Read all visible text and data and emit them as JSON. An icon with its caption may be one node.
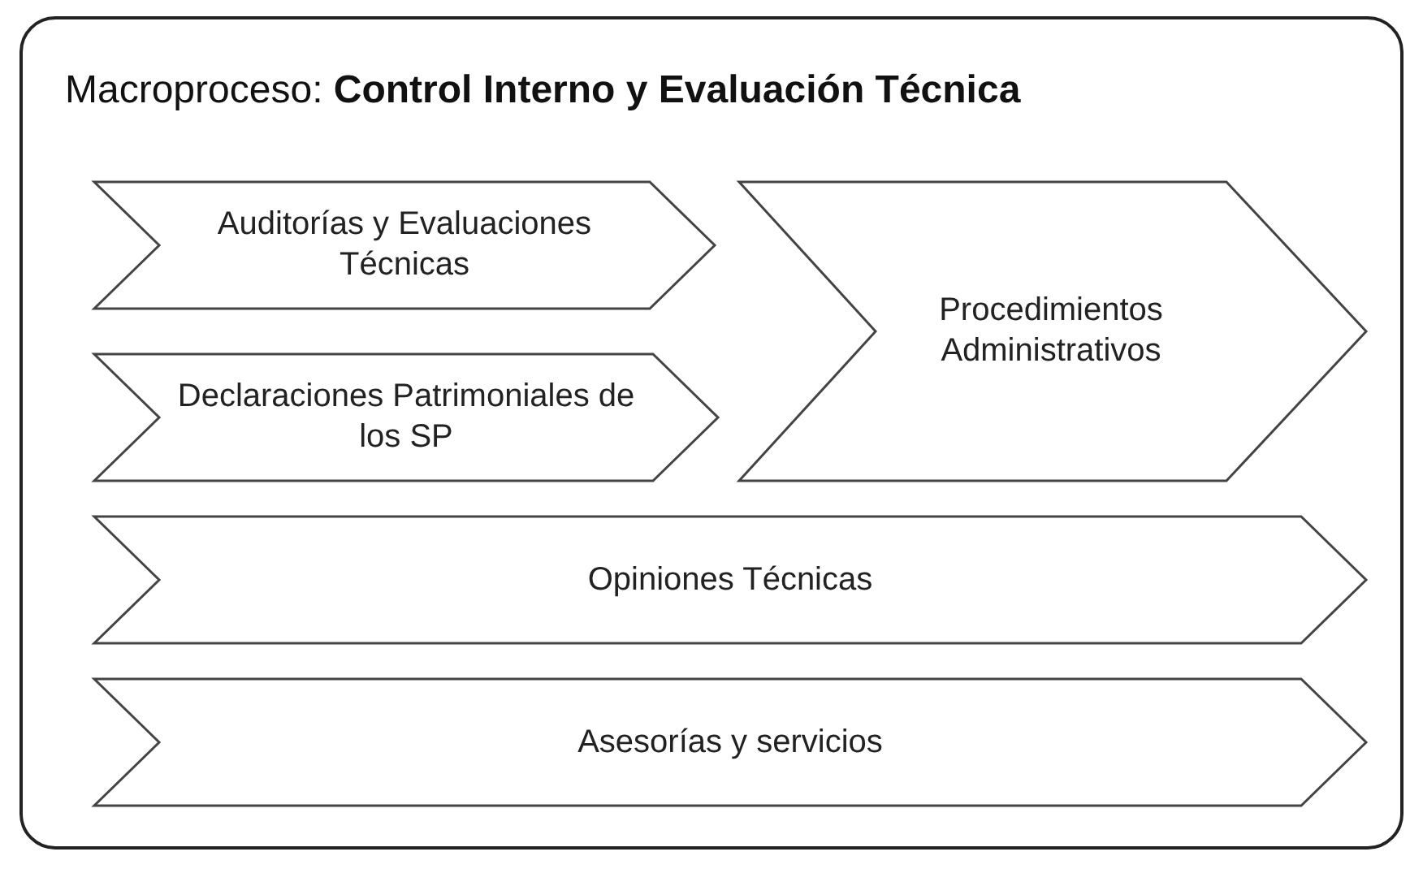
{
  "diagram": {
    "nodes": [
      {
        "text": [
          "Macroproceso: **Control Interno y Evaluación Técnica**"
        ]
      },
      {
        "text": [
          "Auditorías y Evaluaciones Técnicas"
        ],
        "in": 0
      },
      {
        "text": [
          "Declaraciones Patrimoniales de los SP"
        ],
        "in": 0
      },
      {
        "text": [
          "Procedimientos Administrativos"
        ],
        "in": 0
      },
      {
        "text": [
          "Opiniones Técnicas"
        ],
        "in": 0
      },
      {
        "text": [
          "Asesorías y servicios"
        ],
        "in": 0
      }
    ]
  }
}
